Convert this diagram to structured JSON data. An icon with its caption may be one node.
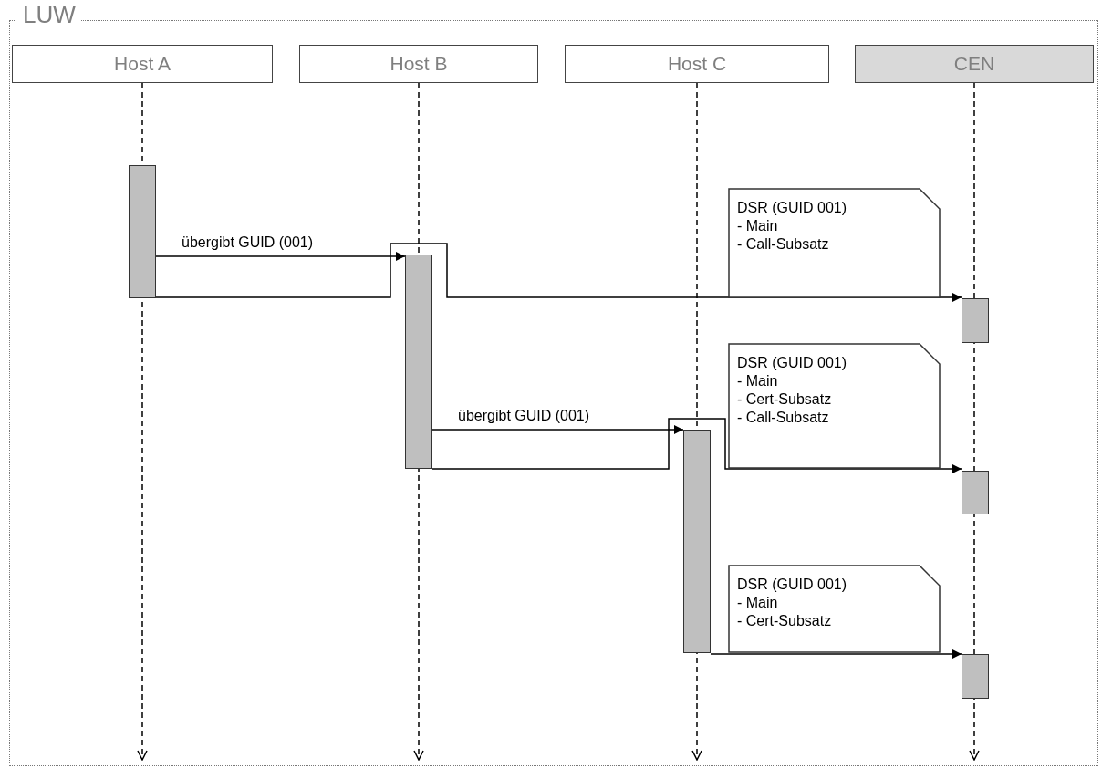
{
  "diagram": {
    "nodes": [
      {
        "text": [
          "LUW"
        ]
      },
      {
        "text": [
          "Host A"
        ],
        "in": 0
      },
      {
        "text": [
          "Host B"
        ],
        "in": 0
      },
      {
        "text": [
          "Host C"
        ],
        "in": 0
      },
      {
        "text": [
          "CEN"
        ],
        "in": 0
      },
      {
        "text": [],
        "shape": "bar",
        "in": 0
      },
      {
        "text": [
          "DSR (GUID 001)",
          "- Main",
          "- Call-Subsatz"
        ],
        "in": 0
      },
      {
        "text": [],
        "shape": "bar",
        "in": 0
      },
      {
        "text": [],
        "shape": "bar",
        "in": 0
      },
      {
        "text": [
          "DSR (GUID 001)",
          "- Main",
          "- Cert-Subsatz",
          "- Call-Subsatz"
        ],
        "in": 0
      },
      {
        "text": [],
        "shape": "bar",
        "in": 0
      },
      {
        "text": [],
        "shape": "bar",
        "in": 0
      },
      {
        "text": [
          "DSR (GUID 001)",
          "- Main",
          "- Cert-Subsatz"
        ],
        "in": 0
      },
      {
        "text": [],
        "shape": "bar",
        "in": 0
      }
    ],
    "edges": [
      {
        "from": 1,
        "to": null,
        "arrow": "to",
        "style": "dashed"
      },
      {
        "from": 2,
        "to": null,
        "arrow": "to",
        "style": "dashed"
      },
      {
        "from": 3,
        "to": null,
        "arrow": "to",
        "style": "dashed"
      },
      {
        "from": 4,
        "to": null,
        "arrow": "to",
        "style": "dashed"
      },
      {
        "from": 5,
        "to": 7,
        "arrow": "to",
        "label": "übergibt GUID (001)"
      },
      {
        "from": 5,
        "to": 8,
        "arrow": "to"
      },
      {
        "from": 7,
        "to": 10,
        "arrow": "to",
        "label": "übergibt GUID (001)"
      },
      {
        "from": 7,
        "to": 11,
        "arrow": "to"
      },
      {
        "from": 10,
        "to": 13,
        "arrow": "to"
      }
    ]
  }
}
